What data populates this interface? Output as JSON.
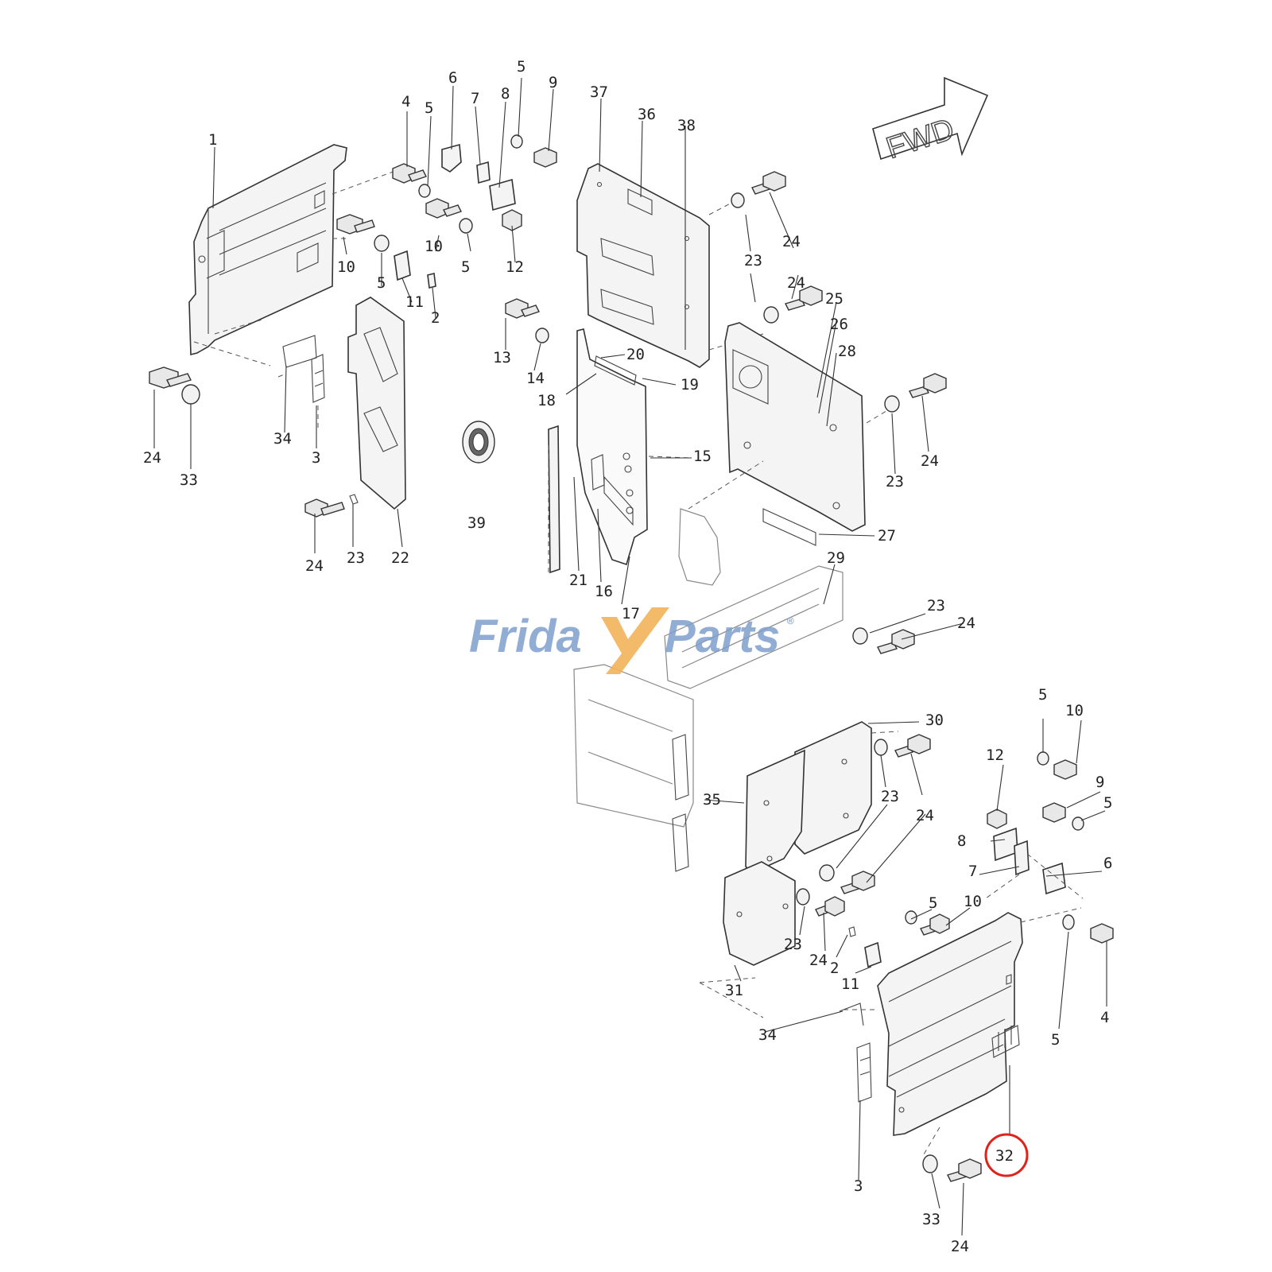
{
  "direction_label": "FWD",
  "watermark": {
    "part1": "Frida",
    "part2": "Parts",
    "registered": "®",
    "colors": {
      "blue": "#7e9fcc",
      "orange": "#f2b35a"
    }
  },
  "highlighted_part": "32",
  "highlight_color": "#e0221c",
  "callouts": [
    "1",
    "4",
    "5",
    "6",
    "7",
    "8",
    "5",
    "9",
    "10",
    "5",
    "11",
    "12",
    "2",
    "10",
    "5",
    "24",
    "33",
    "34",
    "3",
    "22",
    "23",
    "24",
    "39",
    "13",
    "14",
    "18",
    "20",
    "19",
    "15",
    "21",
    "16",
    "17",
    "37",
    "36",
    "38",
    "23",
    "24",
    "24",
    "25",
    "26",
    "28",
    "24",
    "23",
    "27",
    "29",
    "23",
    "24",
    "30",
    "35",
    "23",
    "24",
    "31",
    "23",
    "24",
    "2",
    "11",
    "5",
    "10",
    "12",
    "5",
    "10",
    "9",
    "5",
    "8",
    "6",
    "7",
    "5",
    "4",
    "34",
    "3",
    "33",
    "24",
    "32"
  ]
}
